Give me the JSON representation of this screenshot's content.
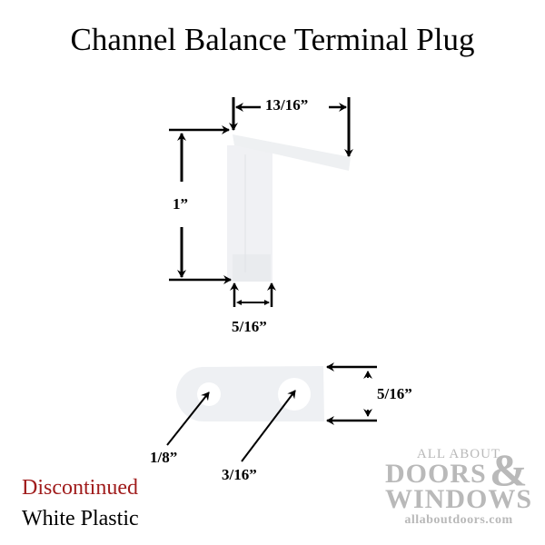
{
  "title": "Channel Balance Terminal Plug",
  "dimensions": {
    "top_width": "13/16”",
    "height": "1”",
    "base_width": "5/16”",
    "small_hole": "1/8”",
    "large_hole": "3/16”",
    "tab_width": "5/16”"
  },
  "status": "Discontinued",
  "material": "White Plastic",
  "status_color": "#a01c1c",
  "logo": {
    "line1": "ALL ABOUT",
    "line2": "DOORS",
    "ampersand": "&",
    "line3": "WINDOWS",
    "url": "allaboutdoors.com",
    "color": "#b9b9b9"
  }
}
